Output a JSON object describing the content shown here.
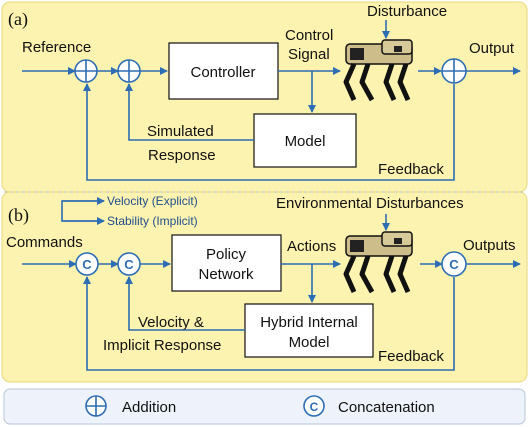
{
  "panel_a": {
    "tag": "(a)",
    "reference": "Reference",
    "disturbance": "Disturbance",
    "controller": "Controller",
    "control_signal_1": "Control",
    "control_signal_2": "Signal",
    "output": "Output",
    "simulated_response_1": "Simulated",
    "simulated_response_2": "Response",
    "model": "Model",
    "feedback": "Feedback"
  },
  "panel_b": {
    "tag": "(b)",
    "velocity": "Velocity (Explicit)",
    "stability": "Stability (Implicit)",
    "commands": "Commands",
    "env_disturbances": "Environmental Disturbances",
    "policy_1": "Policy",
    "policy_2": "Network",
    "actions": "Actions",
    "outputs": "Outputs",
    "velocity_response_1": "Velocity &",
    "velocity_response_2": "Implicit Response",
    "him_1": "Hybrid Internal",
    "him_2": "Model",
    "feedback": "Feedback",
    "concat_symbol": "C"
  },
  "legend": {
    "addition": "Addition",
    "concatenation": "Concatenation",
    "concat_symbol": "C"
  },
  "colors": {
    "panel_bg": "#fdf3b0",
    "line": "#2d6db3",
    "legend_bg": "#eef3fb"
  }
}
